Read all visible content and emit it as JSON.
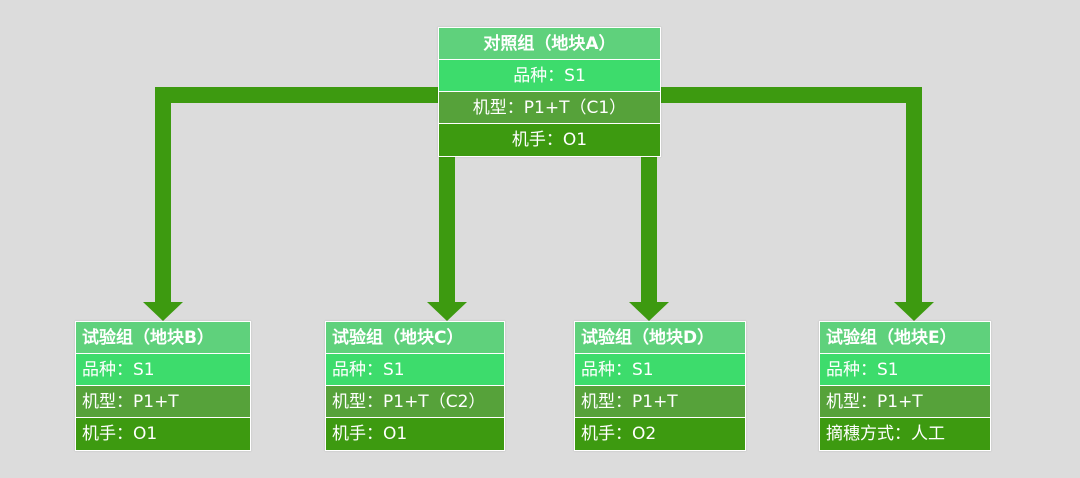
{
  "colors": {
    "connector": "#3d9a10",
    "title_row": "#5fd17c",
    "row_1": "#3ddc6c",
    "row_2": "#56a23a",
    "row_3": "#3d9a10",
    "background": "#dcdcdc"
  },
  "control": {
    "title": "对照组（地块A）",
    "rows": [
      "品种：S1",
      "机型：P1+T（C1）",
      "机手：O1"
    ]
  },
  "trials": [
    {
      "title": "试验组（地块B）",
      "rows": [
        "品种：S1",
        "机型：P1+T",
        "机手：O1"
      ]
    },
    {
      "title": "试验组（地块C）",
      "rows": [
        "品种：S1",
        "机型：P1+T（C2）",
        "机手：O1"
      ]
    },
    {
      "title": "试验组（地块D）",
      "rows": [
        "品种：S1",
        "机型：P1+T",
        "机手：O2"
      ]
    },
    {
      "title": "试验组（地块E）",
      "rows": [
        "品种：S1",
        "机型：P1+T",
        "摘穗方式：人工"
      ]
    }
  ]
}
